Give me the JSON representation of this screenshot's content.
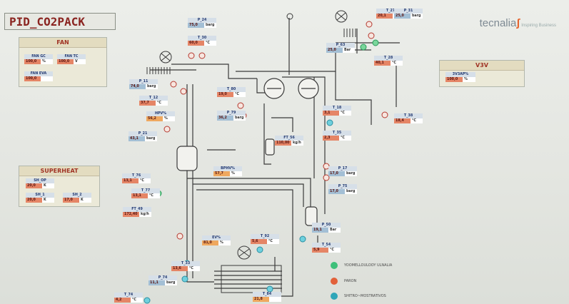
{
  "screen": {
    "title": "PID_CO2PACK",
    "brand": "tecnalia",
    "brand_sub": "Inspiring Business"
  },
  "panels": {
    "fan": {
      "title": "FAN",
      "items": [
        {
          "name": "FAN GC",
          "value": "100,0",
          "unit": "%"
        },
        {
          "name": "FAN TC",
          "value": "100,0",
          "unit": "V"
        },
        {
          "name": "FAN EVA",
          "value": "100,0",
          "unit": ""
        }
      ]
    },
    "superheat": {
      "title": "SUPERHEAT",
      "items": [
        {
          "name": "SH_OP",
          "value": "20,0",
          "unit": "K"
        },
        {
          "name": "SH_1",
          "value": "20,0",
          "unit": "K"
        },
        {
          "name": "SH_2",
          "value": "17,0",
          "unit": "K"
        }
      ]
    },
    "v3v": {
      "title": "V3V",
      "items": [
        {
          "name": "3V3AP%",
          "value": "100,0",
          "unit": "%"
        }
      ]
    }
  },
  "tags": [
    {
      "name": "P_24",
      "value": "75,0",
      "unit": "barg",
      "tone": "blue"
    },
    {
      "name": "T_30",
      "value": "60,0",
      "unit": "°C",
      "tone": "red"
    },
    {
      "name": "T_27",
      "value": "20,1",
      "unit": "°C",
      "tone": "red"
    },
    {
      "name": "P_31",
      "value": "25,0",
      "unit": "barg",
      "tone": "blue"
    },
    {
      "name": "P_63",
      "value": "25,0",
      "unit": "Bar",
      "tone": "blue"
    },
    {
      "name": "T_28",
      "value": "40,1",
      "unit": "°C",
      "tone": "red"
    },
    {
      "name": "P_11",
      "value": "74,0",
      "unit": "barg",
      "tone": "blue"
    },
    {
      "name": "T_12",
      "value": "37,7",
      "unit": "°C",
      "tone": "red"
    },
    {
      "name": "T_80",
      "value": "19,0",
      "unit": "°C",
      "tone": "red"
    },
    {
      "name": "P_79",
      "value": "36,2",
      "unit": "barg",
      "tone": "blue"
    },
    {
      "name": "HPV%",
      "value": "56,2",
      "unit": "%",
      "tone": "orange"
    },
    {
      "name": "P_21",
      "value": "43,1",
      "unit": "barg",
      "tone": "blue"
    },
    {
      "name": "T_18",
      "value": "3,1",
      "unit": "°C",
      "tone": "red"
    },
    {
      "name": "T_35",
      "value": "2,3",
      "unit": "°C",
      "tone": "red"
    },
    {
      "name": "T_38",
      "value": "18,4",
      "unit": "°C",
      "tone": "red"
    },
    {
      "name": "FT_56",
      "value": "110,00",
      "unit": "kg/h",
      "tone": "red"
    },
    {
      "name": "BPHV%",
      "value": "57,7",
      "unit": "%",
      "tone": "orange"
    },
    {
      "name": "P_17",
      "value": "17,0",
      "unit": "barg",
      "tone": "blue"
    },
    {
      "name": "P_75",
      "value": "17,0",
      "unit": "barg",
      "tone": "blue"
    },
    {
      "name": "T_76",
      "value": "13,1",
      "unit": "°C",
      "tone": "red"
    },
    {
      "name": "T_77",
      "value": "13,1",
      "unit": "°C",
      "tone": "red"
    },
    {
      "name": "FT_49",
      "value": "172,40",
      "unit": "kg/h",
      "tone": "red"
    },
    {
      "name": "EV%",
      "value": "81,0",
      "unit": "%",
      "tone": "orange"
    },
    {
      "name": "T_92",
      "value": "5,6",
      "unit": "°C",
      "tone": "red"
    },
    {
      "name": "P_50",
      "value": "19,1",
      "unit": "Bar",
      "tone": "blue"
    },
    {
      "name": "T_54",
      "value": "5,9",
      "unit": "°C",
      "tone": "red"
    },
    {
      "name": "T_33",
      "value": "13,6",
      "unit": "°C",
      "tone": "red"
    },
    {
      "name": "P_74",
      "value": "11,1",
      "unit": "barg",
      "tone": "blue"
    },
    {
      "name": "T_74",
      "value": "4,2",
      "unit": "°C",
      "tone": "red"
    },
    {
      "name": "T_84",
      "value": "21,8",
      "unit": "",
      "tone": "orange"
    }
  ],
  "legend": [
    {
      "label": "YOOMELLOULOOY ULNALIA",
      "color": "#3ec07a"
    },
    {
      "label": "PARON",
      "color": "#e2613a"
    },
    {
      "label": "SHITRO~MOSTRATIVOS",
      "color": "#2fa6b8"
    }
  ],
  "colors": {
    "value_red": "#e58566",
    "value_blue": "#a3bfd5",
    "title_red": "#8a2420",
    "pipe": "#3a3a3a"
  }
}
